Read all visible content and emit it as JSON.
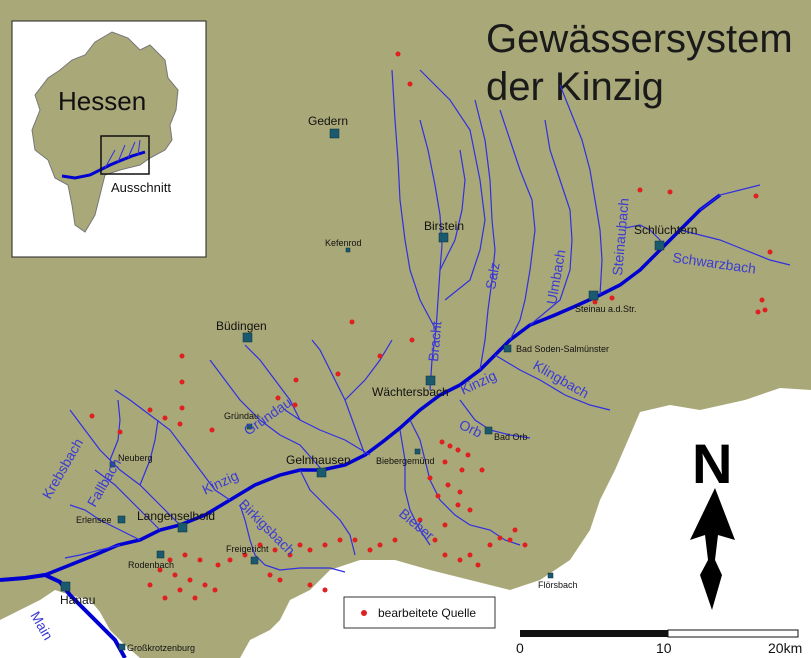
{
  "title": {
    "line1": "Gewässersystem",
    "line2": "der Kinzig"
  },
  "inset": {
    "state_label": "Hessen",
    "box_label": "Ausschnitt"
  },
  "north_label": "N",
  "legend": {
    "label": "bearbeitete Quelle",
    "dot_color": "#e02020"
  },
  "scale": {
    "ticks": [
      "0",
      "10",
      "20km"
    ]
  },
  "colors": {
    "land": "#a9a878",
    "water": "#0000d0",
    "river": "#3030e0",
    "outside": "#ffffff",
    "town": "#1b5a6e"
  },
  "rivers": {
    "kinzig": "Kinzig",
    "kinzig2": "Kinzig",
    "main": "Main",
    "salz": "Salz",
    "bracht": "Bracht",
    "ulmbach": "Ulmbach",
    "steinaubach": "Steinaubach",
    "schwarzbach": "Schwarzbach",
    "klingbach": "Klingbach",
    "orb": "Orb",
    "bieber": "Bieber",
    "birkigsbach": "Birkigsbach",
    "gruendau": "Gründau",
    "fallbach": "Fallbach",
    "krebsbach": "Krebsbach"
  },
  "towns": {
    "gedern": "Gedern",
    "birstein": "Birstein",
    "kefenrod": "Kefenrod",
    "schluechtern": "Schlüchtern",
    "steinau": "Steinau a.d.Str.",
    "badsoden": "Bad Soden-Salmünster",
    "buedingen": "Büdingen",
    "waechtersbach": "Wächtersbach",
    "gruendau": "Gründau",
    "badorb": "Bad Orb",
    "neuberg": "Neuberg",
    "gelnhausen": "Gelnhausen",
    "biebergemuend": "Biebergemünd",
    "langenselbold": "Langenselbold",
    "erlensee": "Erlensee",
    "freigericht": "Freigericht",
    "rodenbach": "Rodenbach",
    "hanau": "Hanau",
    "floersbach": "Flörsbach",
    "grosskrotzenburg": "Großkrotzenburg"
  }
}
